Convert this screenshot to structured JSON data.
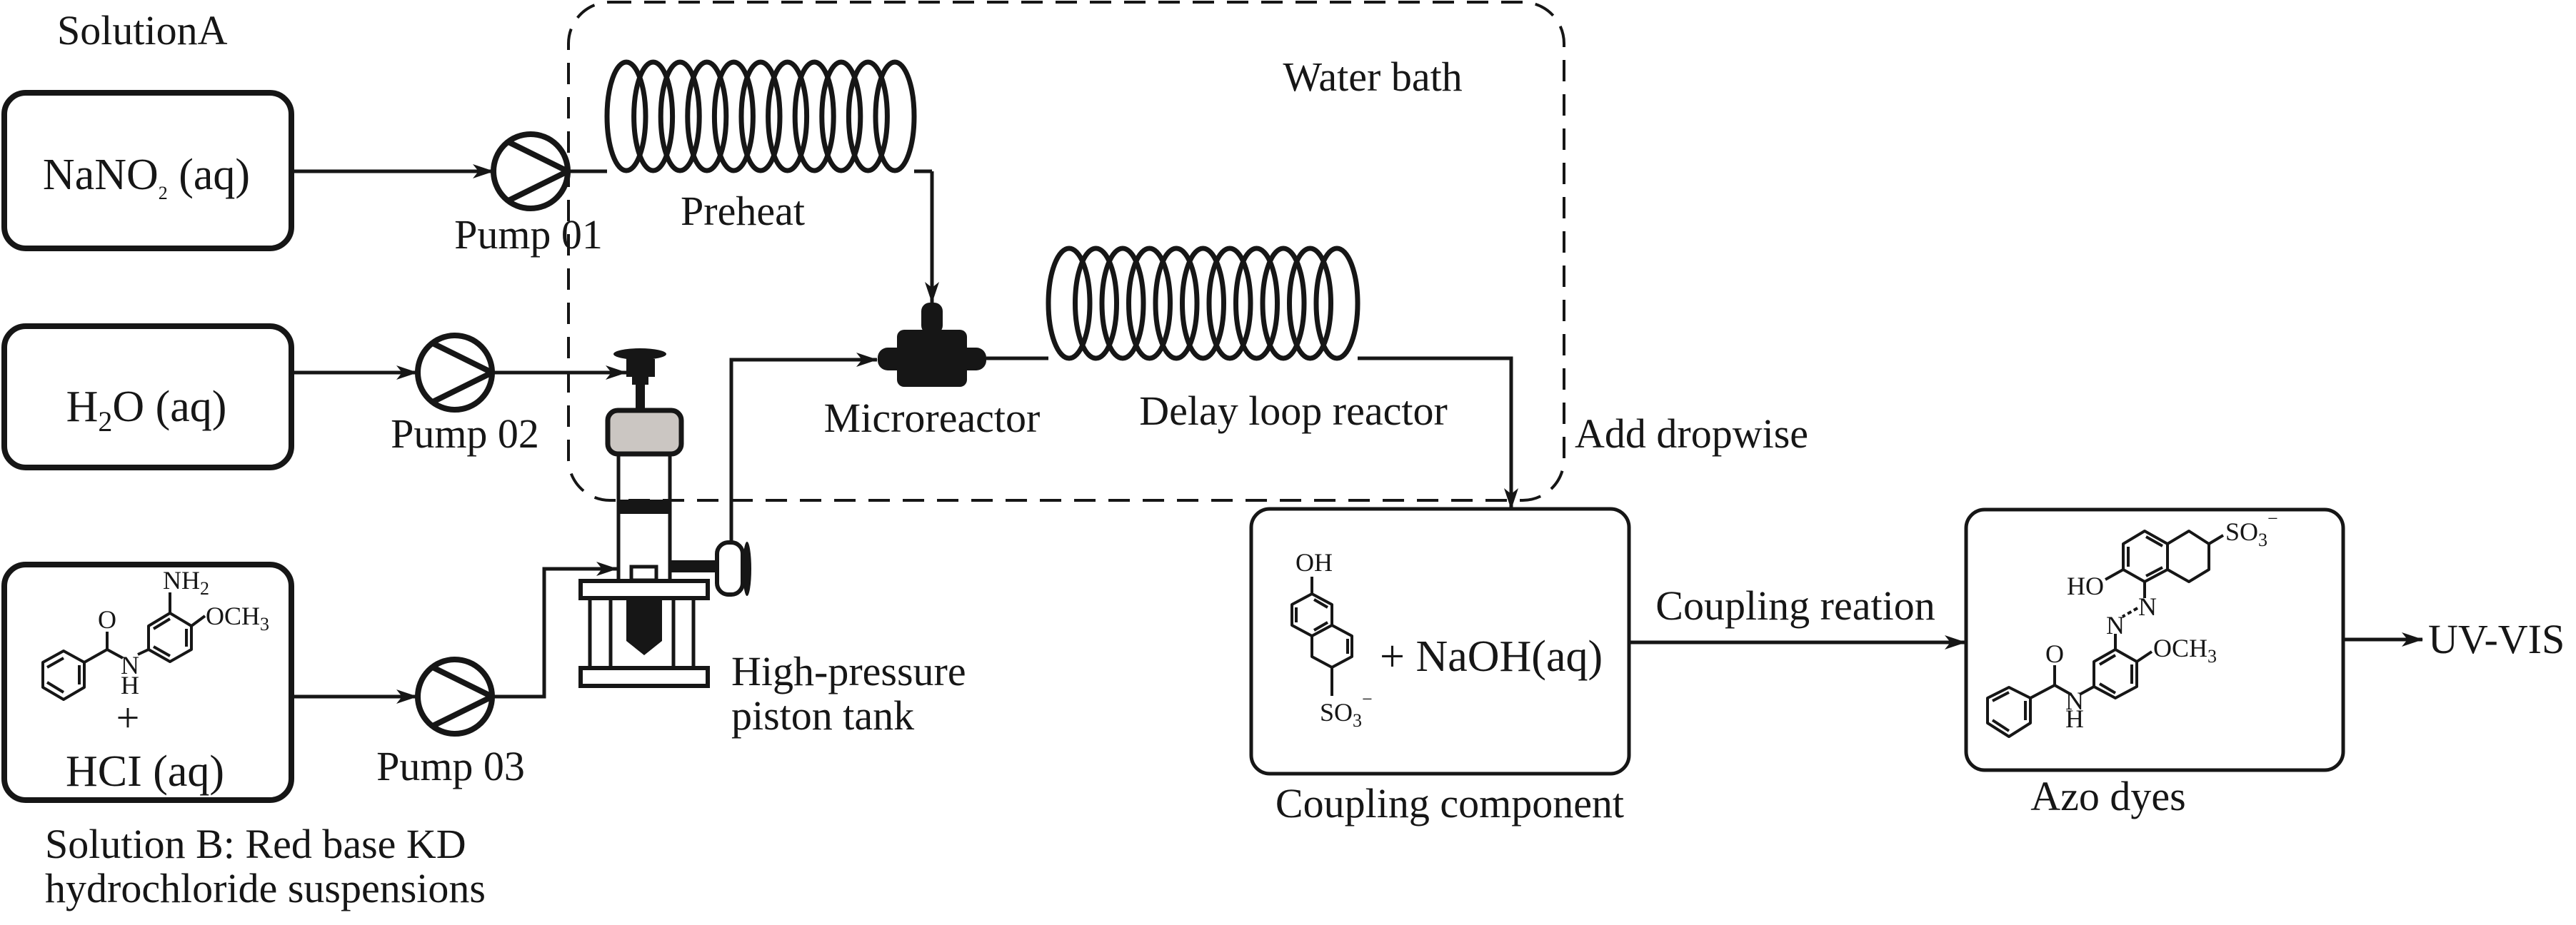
{
  "diagram": {
    "title": "Continuous-flow azo dye synthesis setup",
    "solution_a_label": "SolutionA",
    "feeds": {
      "nano2": {
        "main": "NaNO",
        "sub": "2",
        "rest": " (aq)"
      },
      "h2o": {
        "pre": "H",
        "sub": "2",
        "rest": "O (aq)"
      },
      "hcl": "HCI (aq)",
      "plus": "+"
    },
    "solution_b_caption": [
      "Solution B: Red base KD",
      "hydrochloride suspensions"
    ],
    "pumps": [
      "Pump 01",
      "Pump 02",
      "Pump 03"
    ],
    "water_bath_label": "Water bath",
    "preheat_label": "Preheat",
    "microreactor_label": "Microreactor",
    "delay_loop_label": "Delay loop reactor",
    "piston_tank_label": [
      "High-pressure",
      "piston tank"
    ],
    "add_dropwise_label": "Add dropwise",
    "coupling": {
      "plus_naoh": "+ NaOH(aq)",
      "caption": "Coupling component",
      "arrow_label": "Coupling reation"
    },
    "azo_caption": "Azo dyes",
    "output_label": "UV-VIS",
    "chem_labels": {
      "nh2": {
        "main": "NH",
        "sub": "2"
      },
      "och3": {
        "main": "OCH",
        "sub": "3"
      },
      "o": "O",
      "n": "N",
      "h": "H",
      "oh": "OH",
      "ho": "HO",
      "so3": {
        "main": "SO",
        "sub": "3",
        "charge": "−"
      }
    },
    "colors": {
      "ink": "#161616",
      "cap_fill": "#cbc6c2",
      "background": "#ffffff"
    }
  }
}
